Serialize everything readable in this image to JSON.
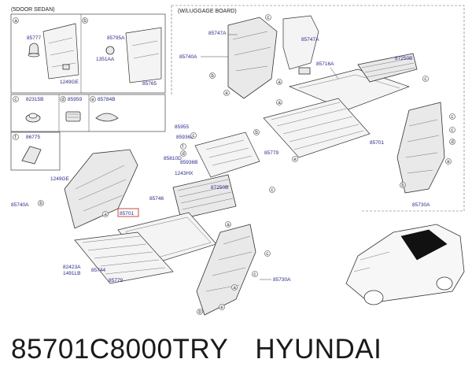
{
  "header": {
    "sedan_label": "(5DOOR SEDAN)",
    "luggage_label": "(W/LUGGAGE BOARD)"
  },
  "legend_cells": [
    {
      "letter": "a",
      "codes": [
        "85777",
        "1249GE"
      ]
    },
    {
      "letter": "b",
      "codes": [
        "85795A",
        "1351AA",
        "85765"
      ]
    },
    {
      "letter": "c",
      "codes": [
        "82315B"
      ]
    },
    {
      "letter": "d",
      "codes": [
        "85959"
      ]
    },
    {
      "letter": "e",
      "codes": [
        "85784B"
      ]
    },
    {
      "letter": "f",
      "codes": [
        "86775"
      ]
    }
  ],
  "callouts": {
    "p85747A_a": "85747A",
    "p85740A_a": "85740A",
    "p85747A_b": "85747A",
    "p85716A": "85716A",
    "p87250B_a": "87250B",
    "p85779_a": "85779",
    "p85701_a": "85701",
    "p85730A_a": "85730A",
    "p85955": "85955",
    "p85936B": "85936B",
    "p85810D": "85810D",
    "p85936B_b": "85936B",
    "p1243HX": "1243HX",
    "p1249GE": "1249GE",
    "p87250B_b": "87250B",
    "p85746": "85746",
    "p85740A_b": "85740A",
    "p85701_b": "85701",
    "p82423A": "82423A",
    "p1491LB": "1491LB",
    "p85744": "85744",
    "p85779_b": "85779",
    "p85730A_b": "85730A"
  },
  "letters": {
    "a": "a",
    "b": "b",
    "c": "c",
    "d": "d",
    "e": "e",
    "f": "f"
  },
  "footer": {
    "part_number": "85701C8000TRY",
    "brand": "HYUNDAI"
  }
}
